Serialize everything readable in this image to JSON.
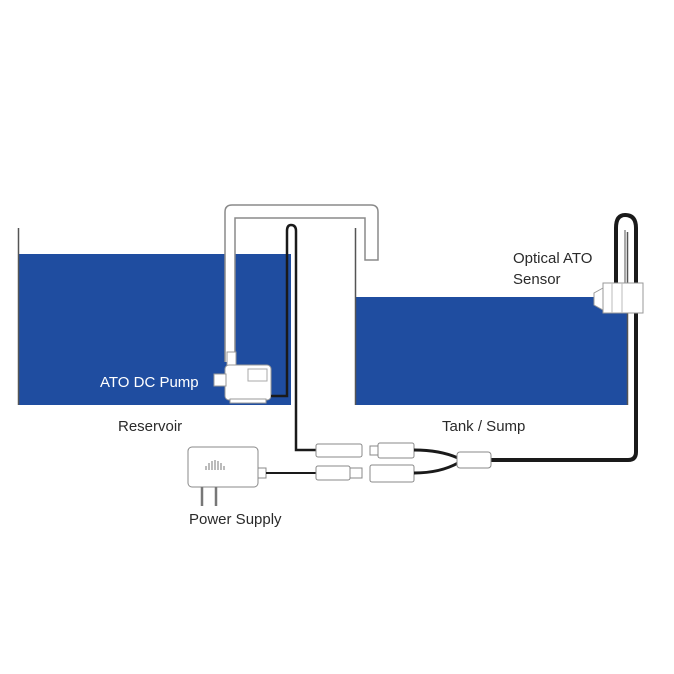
{
  "colors": {
    "water": "#1f4da0",
    "line": "#1a1a1a",
    "pipe": "#8a8a8a",
    "label": "#2a2a2a",
    "pump_label": "#ffffff"
  },
  "labels": {
    "pump": "ATO DC Pump",
    "reservoir": "Reservoir",
    "tank": "Tank / Sump",
    "sensor_line1": "Optical ATO",
    "sensor_line2": "Sensor",
    "power": "Power Supply"
  }
}
